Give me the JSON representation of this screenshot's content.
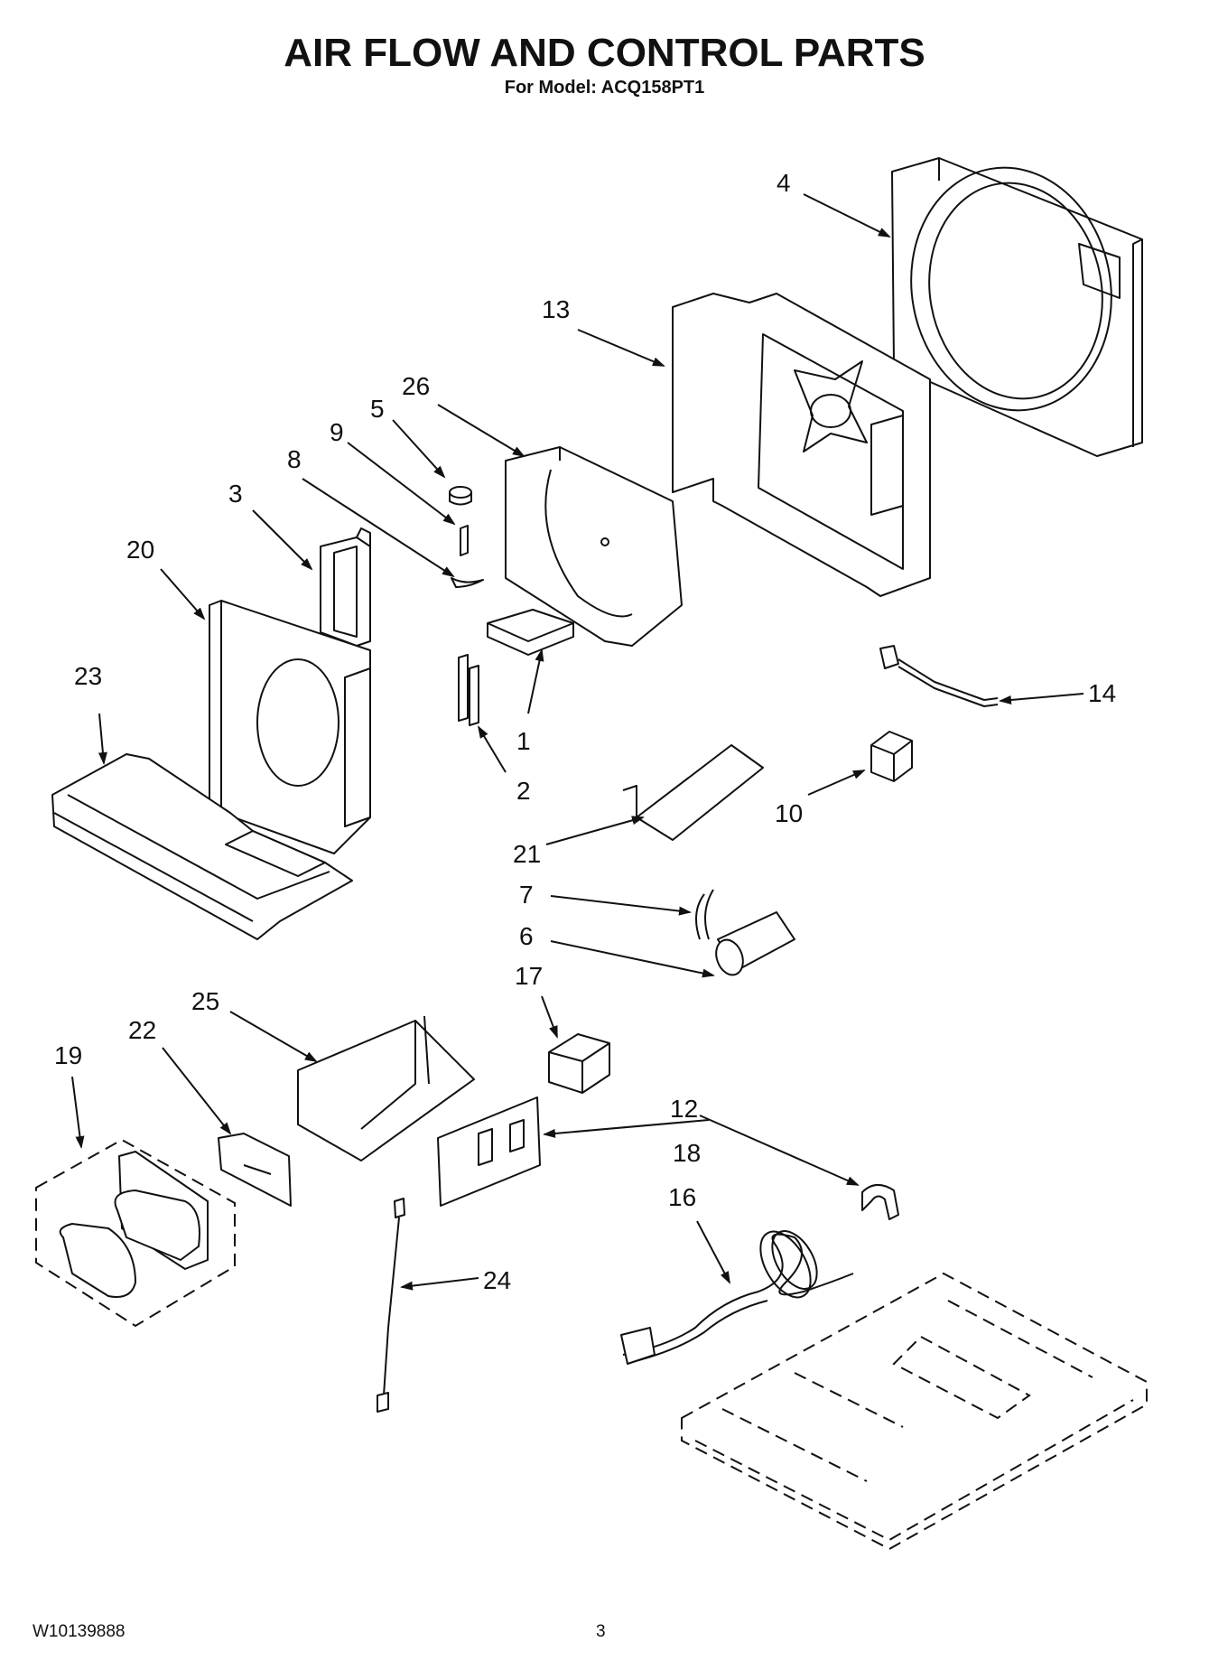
{
  "header": {
    "title": "AIR FLOW AND CONTROL PARTS",
    "subtitle": "For Model: ACQ158PT1"
  },
  "footer": {
    "doc_number": "W10139888",
    "page_number": "3"
  },
  "callouts": {
    "c1": "1",
    "c2": "2",
    "c3": "3",
    "c4": "4",
    "c5": "5",
    "c6": "6",
    "c7": "7",
    "c8": "8",
    "c9": "9",
    "c10": "10",
    "c12": "12",
    "c13": "13",
    "c14": "14",
    "c16": "16",
    "c17": "17",
    "c18": "18",
    "c19": "19",
    "c20": "20",
    "c21": "21",
    "c22": "22",
    "c23": "23",
    "c24": "24",
    "c25": "25",
    "c26": "26"
  }
}
